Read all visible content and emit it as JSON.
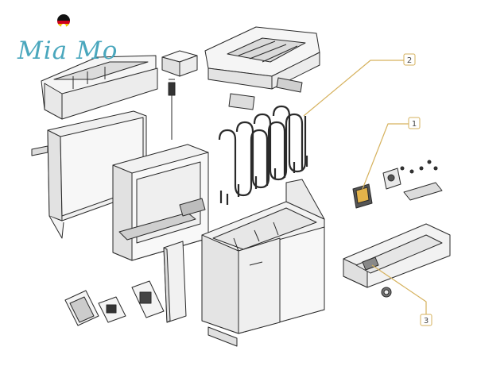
{
  "logo": {
    "text": "Mia Mo",
    "color": "#4aa7bd",
    "flag_colors": [
      "#111111",
      "#d0021b",
      "#f2c200"
    ]
  },
  "callouts": [
    {
      "number": "1",
      "part": "terminal-block"
    },
    {
      "number": "2",
      "part": "heating-elements"
    },
    {
      "number": "3",
      "part": "temperature-sensor"
    }
  ],
  "colors": {
    "line": "#2a2a2a",
    "part_fill": "#f3f3f3",
    "shade": "#d9d9d9",
    "callout_line": "#d6b25e"
  }
}
